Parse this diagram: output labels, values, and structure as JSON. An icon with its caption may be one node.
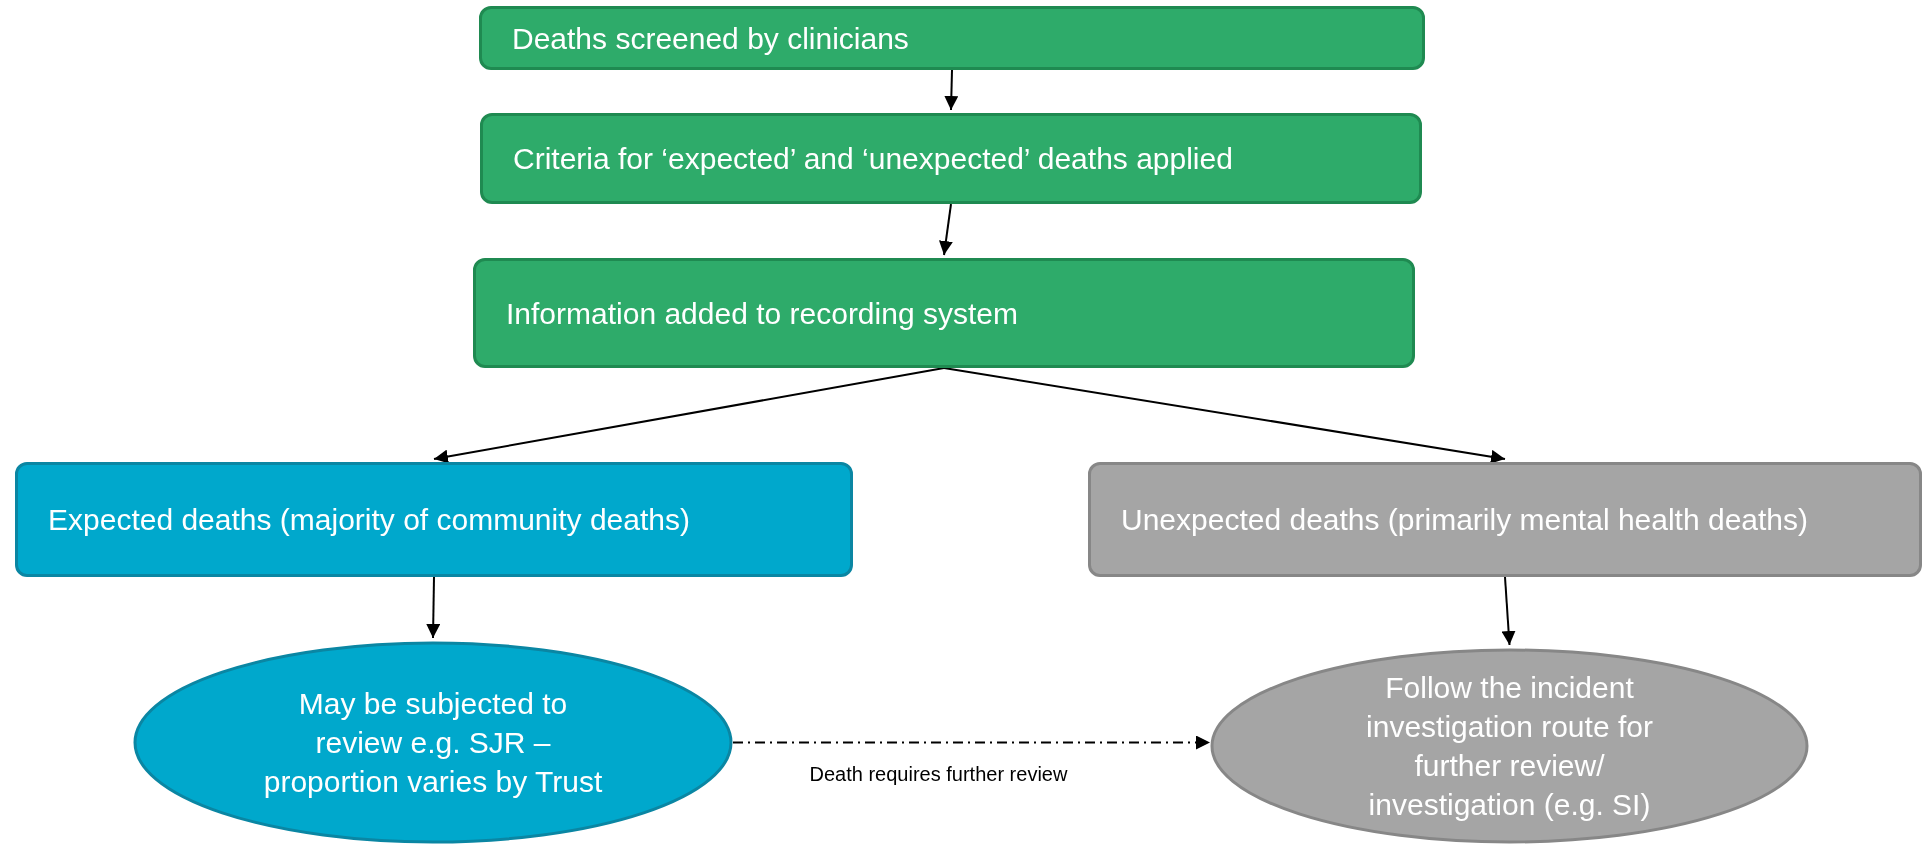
{
  "diagram": {
    "nodes": [
      {
        "text": [
          "Deaths screened by clinicians"
        ]
      },
      {
        "text": [
          "Criteria for ‘expected’ and ‘unexpected’ deaths applied"
        ]
      },
      {
        "text": [
          "Information added to recording system"
        ]
      },
      {
        "text": [
          "Expected deaths (majority of community deaths)"
        ]
      },
      {
        "text": [
          "Unexpected deaths (primarily mental health deaths)"
        ]
      },
      {
        "text": [
          "May be subjected to review e.g. SJR – proportion varies by Trust"
        ]
      },
      {
        "text": [
          "Follow the incident investigation route for further review/ investigation (e.g. SI)"
        ]
      }
    ],
    "edges": [
      {
        "from": 0,
        "to": 1,
        "arrow": "to"
      },
      {
        "from": 1,
        "to": 2,
        "arrow": "to"
      },
      {
        "from": 2,
        "to": 3,
        "arrow": "to"
      },
      {
        "from": 2,
        "to": 4,
        "arrow": "to"
      },
      {
        "from": 3,
        "to": 5,
        "arrow": "to"
      },
      {
        "from": 4,
        "to": 6,
        "arrow": "to"
      },
      {
        "from": 5,
        "to": 6,
        "arrow": "to",
        "style": "dashed",
        "label": "Death requires further review"
      }
    ]
  }
}
